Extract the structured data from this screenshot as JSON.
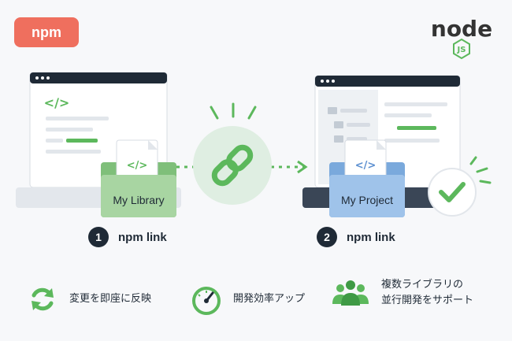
{
  "badge": {
    "label": "npm"
  },
  "logo": {
    "text": "node",
    "sub": "JS"
  },
  "folder_left": {
    "label": "My Library"
  },
  "folder_right": {
    "label": "My Project"
  },
  "code_glyph": "</>",
  "steps": [
    {
      "number": "1",
      "label": "npm link"
    },
    {
      "number": "2",
      "label": "npm link"
    }
  ],
  "features": [
    {
      "icon": "refresh-icon",
      "lines": [
        "変更を即座に反映"
      ]
    },
    {
      "icon": "speedometer-icon",
      "lines": [
        "開発効率アップ"
      ]
    },
    {
      "icon": "users-icon",
      "lines": [
        "複数ライブラリの",
        "並行開発をサポート"
      ]
    }
  ],
  "colors": {
    "badge": "#ef6f5e",
    "green": "#5cb85c",
    "dark": "#1f2a36",
    "folder_green": "#a8d5a2",
    "folder_blue": "#9fc3ea"
  }
}
